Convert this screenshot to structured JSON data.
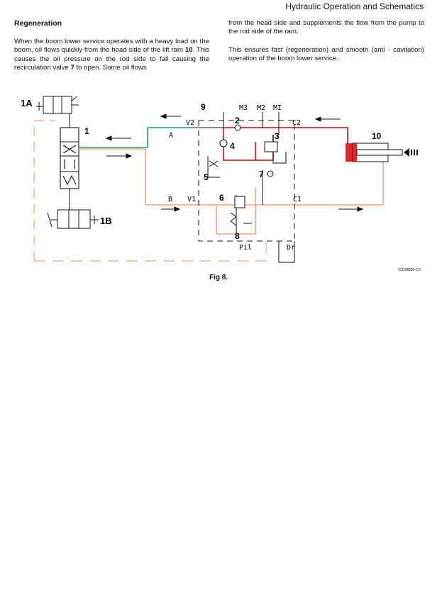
{
  "header": {
    "running_title": "Hydraulic Operation and Schematics"
  },
  "section": {
    "title": "Regeneration",
    "left_paragraph_parts": [
      "When the boom lower service operates with a heavy load on the boom, oil flows quickly from the head side of the lift ram ",
      "10",
      ". This causes the oil pressure on the rod side to fall causing the recirculation valve ",
      "7",
      " to open. Some oil flows"
    ],
    "right_paragraph_1": "from the head side and supplements the flow from the pump to the rod side of the ram.",
    "right_paragraph_2": "This ensures fast (regeneration) and smooth (anti - cavitation) operation of the boom lower service."
  },
  "figure": {
    "caption": "Fig 8.",
    "drawing_ref": "C128090-C2",
    "labels": {
      "1A": "1A",
      "1B": "1B",
      "n1": "1",
      "n2": "2",
      "n3": "3",
      "n4": "4",
      "n5": "5",
      "n6": "6",
      "n7": "7",
      "n8": "8",
      "n9": "9",
      "n10": "10",
      "A": "A",
      "B": "B",
      "V2": "V2",
      "V1": "V1",
      "C2": "C2",
      "C1": "C1",
      "M3": "M3",
      "M2": "M2",
      "M1": "MI",
      "Pil": "Pil",
      "Dr": "Dr"
    },
    "colors": {
      "teal_line": "#1a9c8a",
      "orange_line": "#f4a37f",
      "red_line": "#e0262b",
      "black_line": "#111111"
    }
  }
}
